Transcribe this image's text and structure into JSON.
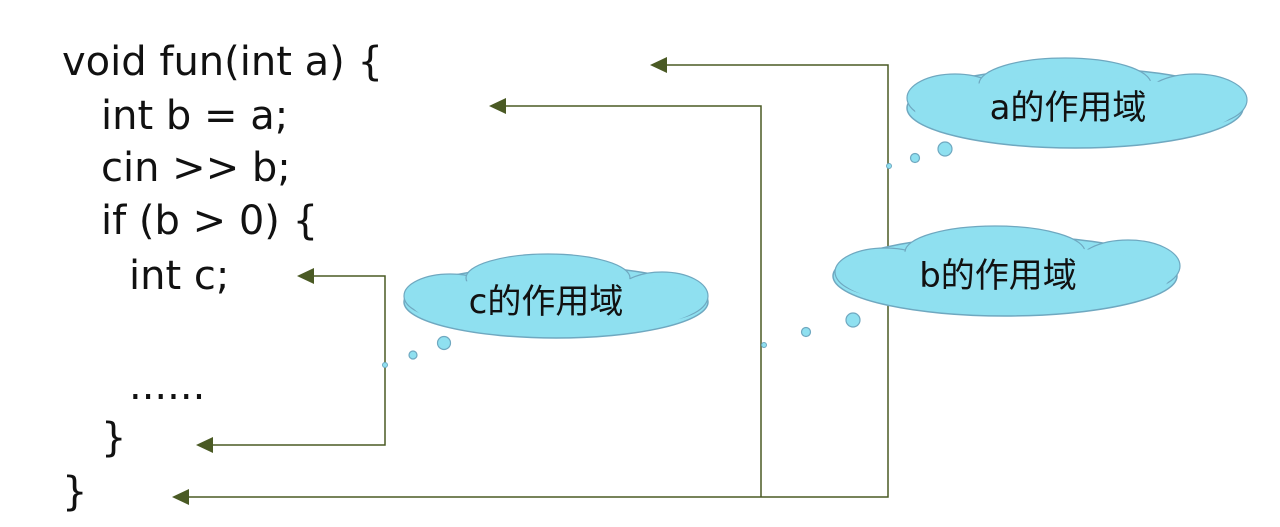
{
  "code": {
    "lines": [
      "void fun(int a) {",
      "int b = a;",
      "cin >> b;",
      "if (b > 0) {",
      "int c;",
      "......",
      "}",
      "}"
    ]
  },
  "scopes": [
    {
      "label": "a的作用域",
      "variable": "a",
      "from_line": 1,
      "to_line": 8
    },
    {
      "label": "b的作用域",
      "variable": "b",
      "from_line": 2,
      "to_line": 8
    },
    {
      "label": "c的作用域",
      "variable": "c",
      "from_line": 5,
      "to_line": 7
    }
  ],
  "colors": {
    "arrow": "#4a5a24",
    "cloud_fill": "#8fe0f0",
    "cloud_stroke": "#6fa8c0",
    "text": "#111111"
  }
}
